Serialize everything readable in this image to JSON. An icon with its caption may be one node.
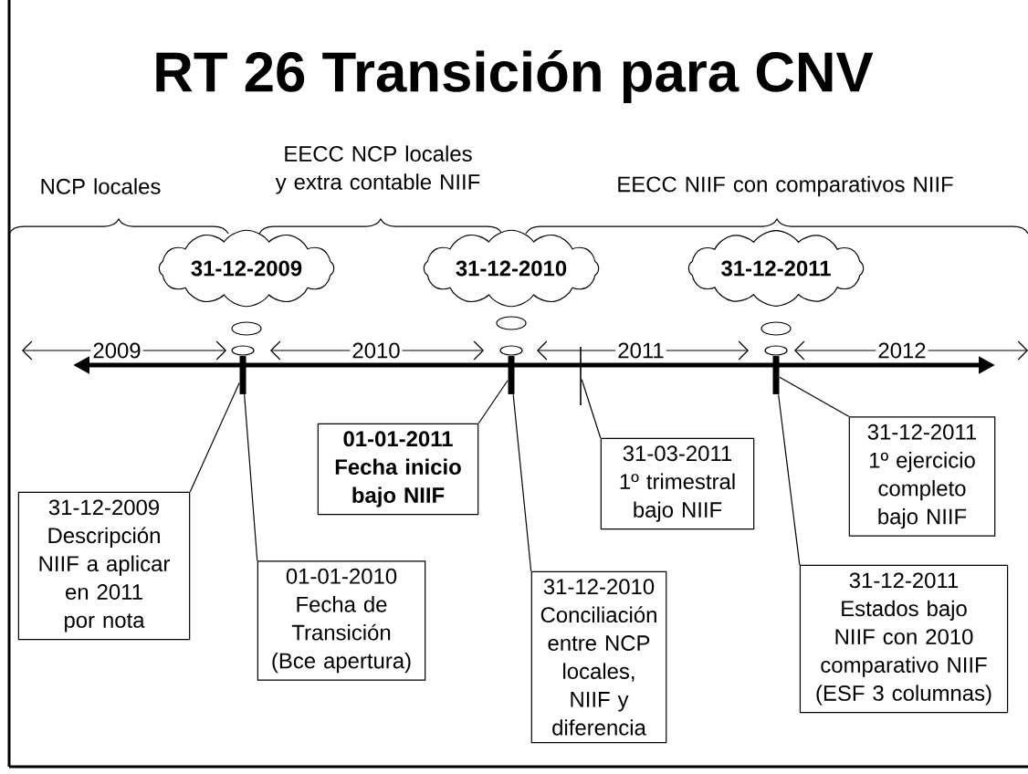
{
  "diagram": {
    "title": "RT 26 Transición para CNV",
    "nodes": [
      {
        "text": [
          "31-12-2009"
        ]
      },
      {
        "text": [
          "31-12-2010"
        ]
      },
      {
        "text": [
          "31-12-2011"
        ]
      },
      {
        "text": [
          "31-12-2009 Descripción NIIF a aplicar en 2011 por nota"
        ]
      },
      {
        "text": [
          "01-01-2010 Fecha de Transición (Bce apertura)"
        ]
      },
      {
        "text": [
          "01-01-2011 Fecha inicio bajo NIIF"
        ]
      },
      {
        "text": [
          "31-03-2011 1º trimestral bajo NIIF"
        ]
      },
      {
        "text": [
          "31-12-2010 Conciliación entre NCP locales, NIIF y diferencia"
        ]
      },
      {
        "text": [
          "31-12-2011 1º ejercicio completo bajo NIIF"
        ]
      },
      {
        "text": [
          "31-12-2011 Estados bajo NIIF con 2010 comparativo NIIF (ESF 3 columnas)"
        ]
      },
      {
        "text": [],
        "shape": "bar"
      },
      {
        "text": [],
        "shape": "bar"
      },
      {
        "text": [],
        "shape": "bar"
      },
      {
        "text": [],
        "shape": "bar"
      }
    ],
    "edges": [
      {
        "from": 3,
        "to": 10,
        "arrow": "none"
      },
      {
        "from": 4,
        "to": 10,
        "arrow": "none"
      },
      {
        "from": 5,
        "to": 11,
        "arrow": "none"
      },
      {
        "from": 6,
        "to": 12,
        "arrow": "none"
      },
      {
        "from": 7,
        "to": 11,
        "arrow": "none"
      },
      {
        "from": 8,
        "to": 13,
        "arrow": "none"
      },
      {
        "from": 9,
        "to": 13,
        "arrow": "none"
      }
    ],
    "labels": [
      "NCP locales",
      "EECC NCP locales y extra contable NIIF",
      "EECC NIIF con comparativos NIIF",
      "2009",
      "2010",
      "2011",
      "2012"
    ]
  }
}
